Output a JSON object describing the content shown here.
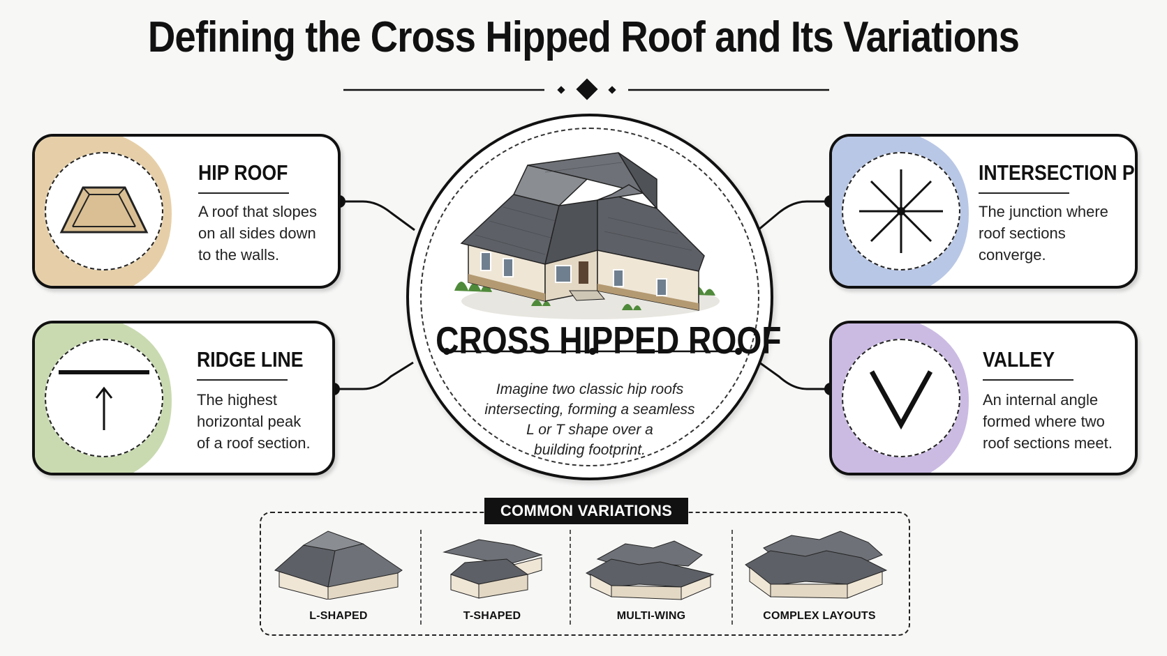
{
  "title": "Defining the Cross Hipped Roof and Its Variations",
  "center": {
    "title": "CROSS HIPPED ROOF",
    "description": "Imagine two classic hip roofs\nintersecting, forming a seamless\nL or T shape over a\nbuilding footprint."
  },
  "cards": {
    "hip_roof": {
      "heading": "HIP ROOF",
      "description": "A roof that slopes\non all sides down\nto the walls.",
      "tint": "#e6cfa8",
      "icon": "trapezoid-roof-icon"
    },
    "ridge_line": {
      "heading": "RIDGE LINE",
      "description": "The highest\nhorizontal peak\nof a roof section.",
      "tint": "#c9dab0",
      "icon": "ridge-arrow-icon"
    },
    "intersection_point": {
      "heading": "INTERSECTION POINT",
      "description": "The junction where\nroof sections\nconverge.",
      "tint": "#b9c7e6",
      "icon": "asterisk-junction-icon"
    },
    "valley": {
      "heading": "VALLEY",
      "description": "An internal angle\nformed where two\nroof sections meet.",
      "tint": "#cbbbe3",
      "icon": "v-valley-icon"
    }
  },
  "variations": {
    "label": "COMMON VARIATIONS",
    "items": [
      {
        "name": "L-SHAPED",
        "icon": "l-shaped-house-icon"
      },
      {
        "name": "T-SHAPED",
        "icon": "t-shaped-house-icon"
      },
      {
        "name": "MULTI-WING",
        "icon": "multi-wing-house-icon"
      },
      {
        "name": "COMPLEX LAYOUTS",
        "icon": "complex-layout-house-icon"
      }
    ]
  },
  "colors": {
    "ink": "#111111",
    "roof": "#5d6066",
    "roof_light": "#8a8d92",
    "wall": "#efe6d6",
    "stone": "#b49a72",
    "plant": "#4f8a3a",
    "hip_icon_fill": "#d9bf93"
  }
}
